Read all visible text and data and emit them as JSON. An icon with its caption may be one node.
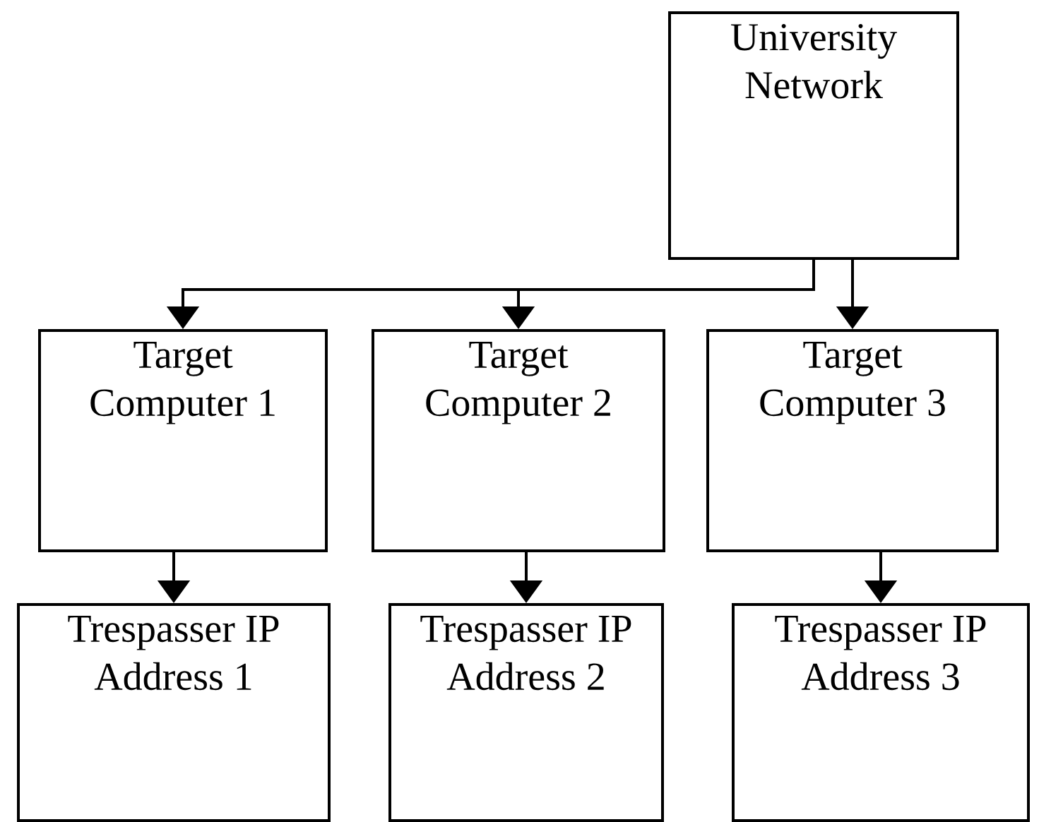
{
  "diagram": {
    "nodes": [
      {
        "text": [
          "University Network"
        ]
      },
      {
        "text": [
          "Target Computer 1"
        ]
      },
      {
        "text": [
          "Target Computer 2"
        ]
      },
      {
        "text": [
          "Target Computer 3"
        ]
      },
      {
        "text": [
          "Trespasser IP Address 1"
        ]
      },
      {
        "text": [
          "Trespasser IP Address 2"
        ]
      },
      {
        "text": [
          "Trespasser IP Address 3"
        ]
      }
    ],
    "edges": [
      {
        "from": 0,
        "to": 1,
        "arrow": "to"
      },
      {
        "from": 0,
        "to": 2,
        "arrow": "to"
      },
      {
        "from": 0,
        "to": 3,
        "arrow": "to"
      },
      {
        "from": 1,
        "to": 4,
        "arrow": "to"
      },
      {
        "from": 2,
        "to": 5,
        "arrow": "to"
      },
      {
        "from": 3,
        "to": 6,
        "arrow": "to"
      }
    ]
  }
}
